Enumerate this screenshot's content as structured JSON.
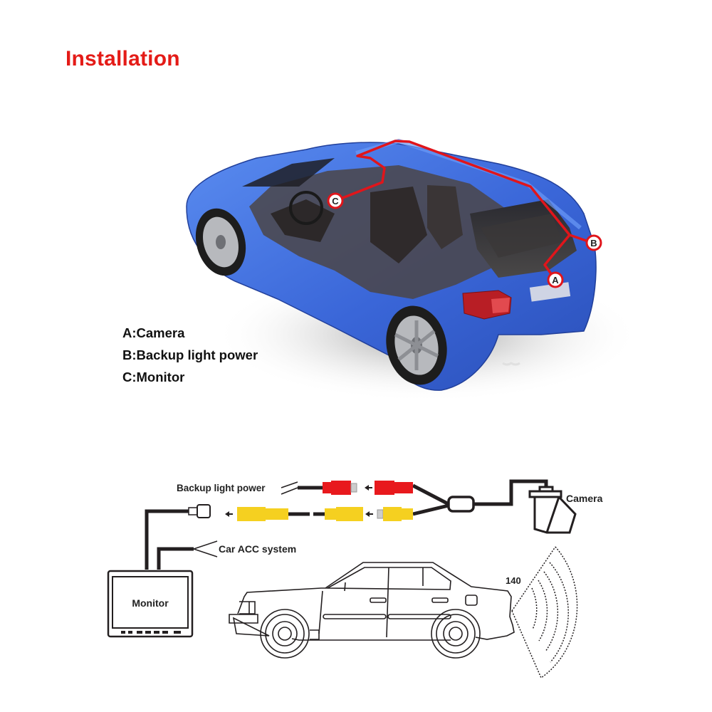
{
  "title": "Installation",
  "colors": {
    "title": "#e41b17",
    "car_body": "#3d6fe0",
    "wire_route": "#e0151b",
    "rca_red": "#e8191d",
    "rca_yellow": "#f5d020",
    "cable": "#231f20"
  },
  "car_illustration": {
    "markers": [
      {
        "id": "A",
        "label": "A"
      },
      {
        "id": "B",
        "label": "B"
      },
      {
        "id": "C",
        "label": "C"
      }
    ]
  },
  "legend": {
    "items": [
      {
        "key": "A",
        "text": "A:Camera"
      },
      {
        "key": "B",
        "text": "B:Backup light power"
      },
      {
        "key": "C",
        "text": "C:Monitor"
      }
    ]
  },
  "wiring_diagram": {
    "labels": {
      "backup_light_power": "Backup light power",
      "car_acc_system": "Car ACC system",
      "camera": "Camera",
      "monitor": "Monitor",
      "view_angle": "140"
    }
  }
}
